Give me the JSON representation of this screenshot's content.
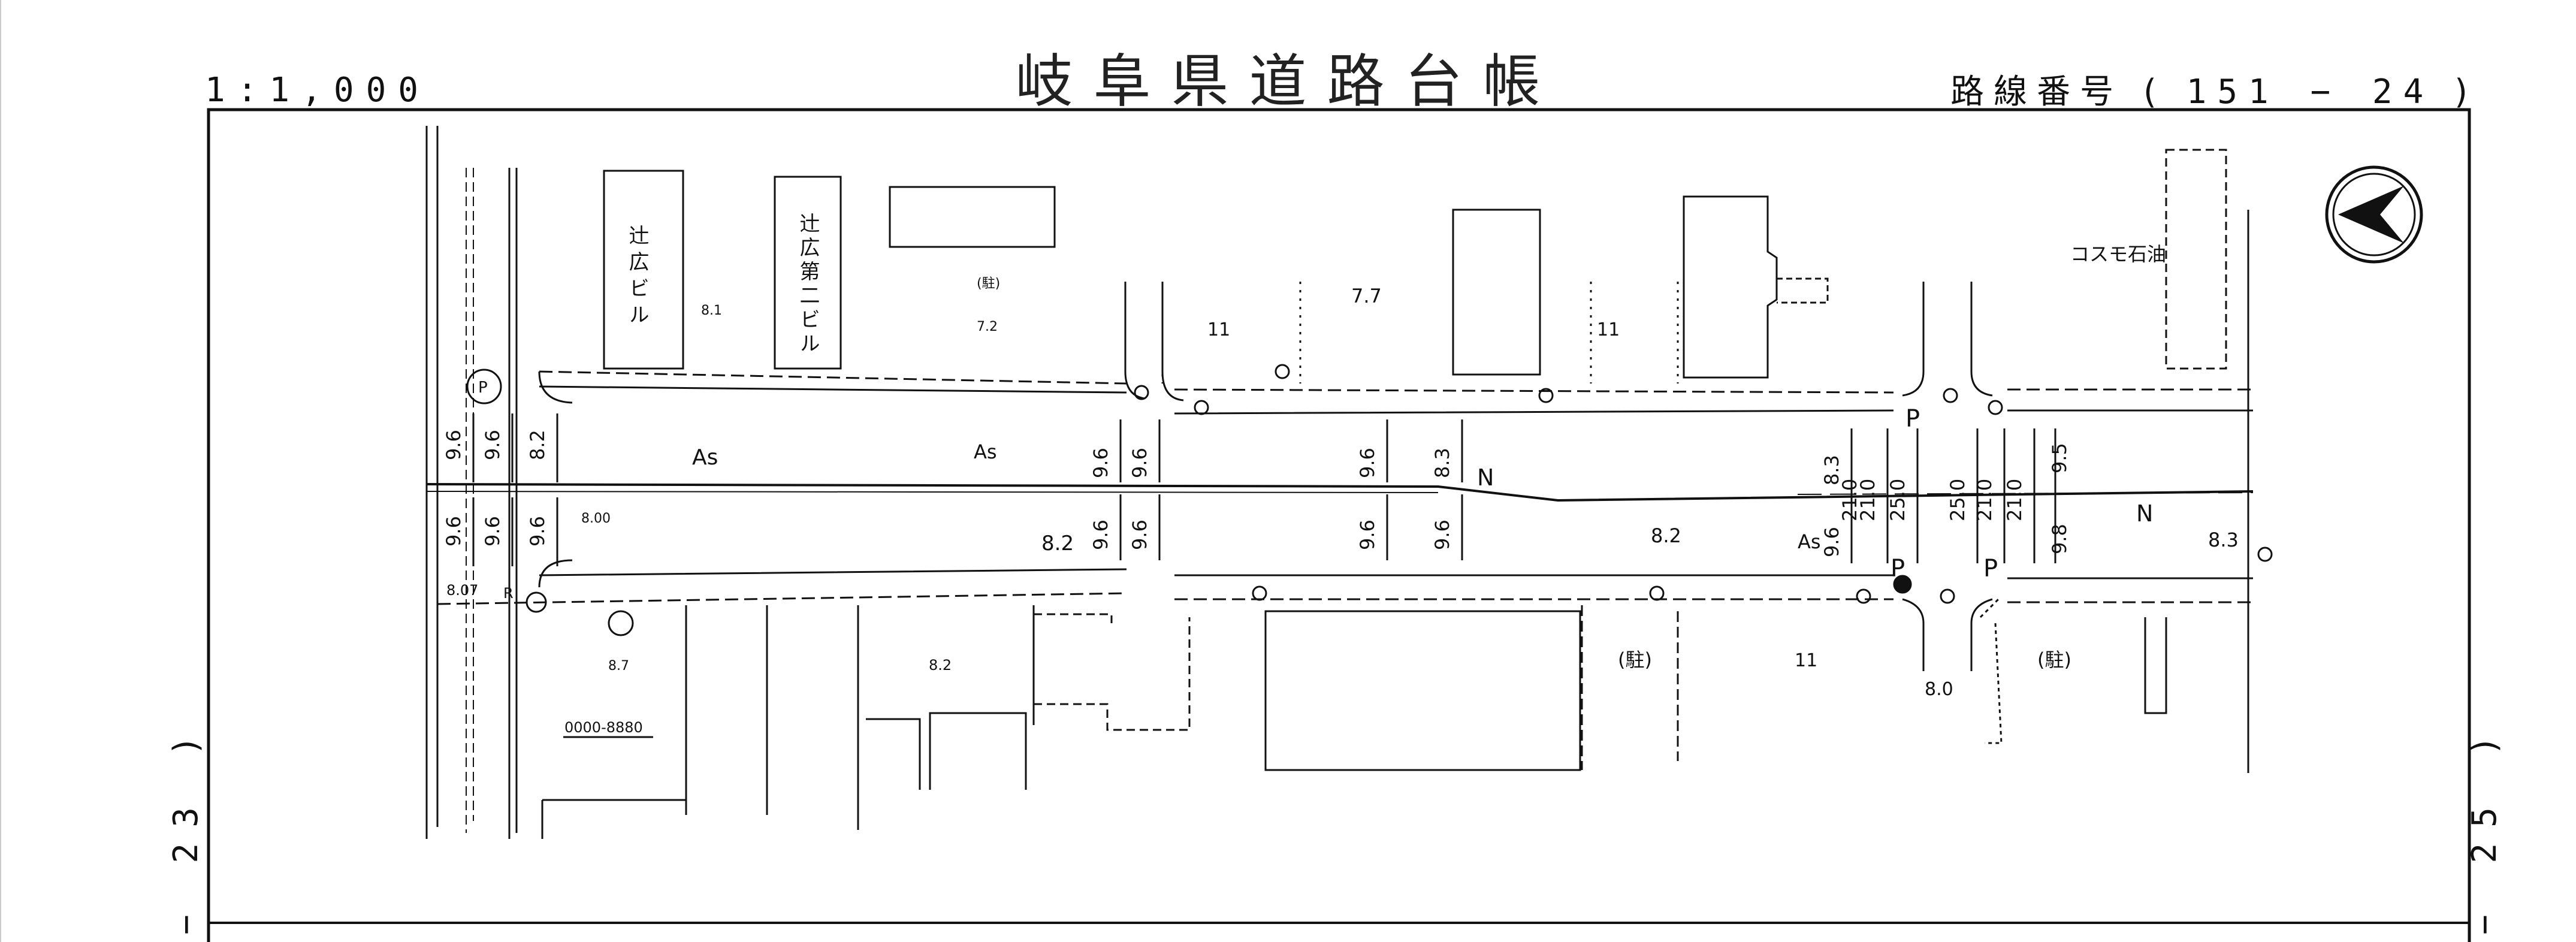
{
  "header": {
    "title": "岐阜県道路台帳",
    "scale": "1:1,000",
    "route_label": "路線番号",
    "route_open": "(",
    "route_number": "151 − 24",
    "route_close": ")"
  },
  "sheet_links": {
    "left": "− 23 )",
    "right": "− 25 )"
  },
  "map": {
    "buildings": {
      "tsujihiro_building": "辻広ビル",
      "tsujihiro_building_2": "辻広第二ビル",
      "cosmo_oil": "コスモ石油"
    },
    "parking_labels": [
      "(駐)",
      "(駐)",
      "(駐)"
    ],
    "pavement_labels": [
      "As",
      "As",
      "As"
    ],
    "direction_labels": [
      "N",
      "N"
    ],
    "parking_marks": [
      "P",
      "P",
      "P",
      "P"
    ],
    "phone_number": "0000-8880",
    "elevations": [
      "8.1",
      "7.2",
      "7.7",
      "8.00",
      "8.2",
      "8.2",
      "8.3",
      "8.07",
      "8.7",
      "8.2",
      "8.0"
    ],
    "lane_widths_top": [
      "9.6",
      "9.6",
      "8.2",
      "9.6",
      "9.6",
      "9.6",
      "8.3",
      "8.3",
      "21.0",
      "25.0",
      "25.0",
      "21.0",
      "9.5"
    ],
    "lane_widths_bottom": [
      "9.6",
      "9.6",
      "9.6",
      "9.6",
      "9.6",
      "9.6",
      "9.6",
      "9.6",
      "21.0",
      "21.0",
      "9.8"
    ],
    "r_mark": "R",
    "wall_marks": [
      "11",
      "11",
      "11"
    ]
  }
}
